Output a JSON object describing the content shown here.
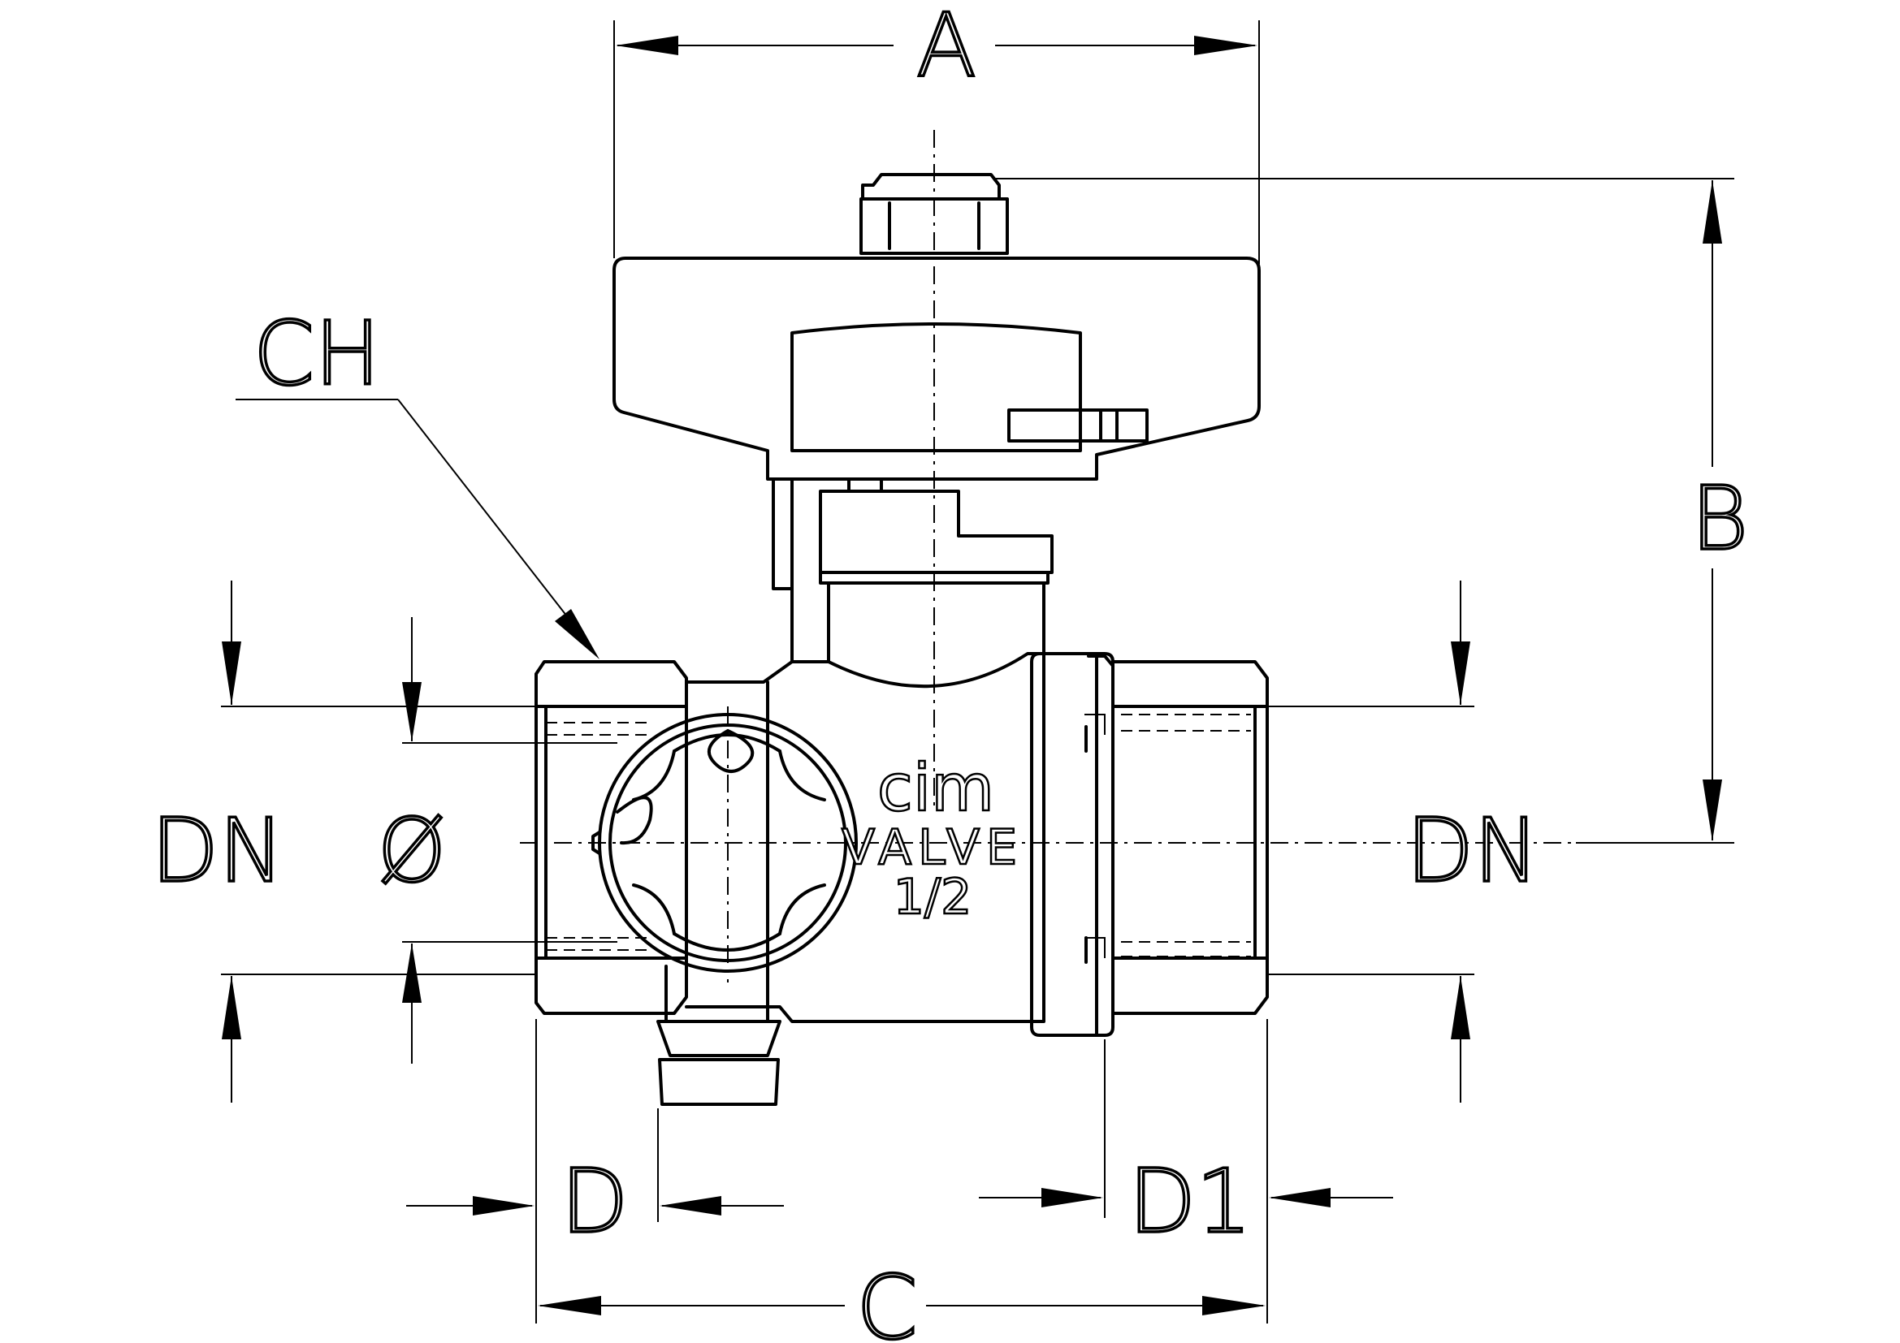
{
  "dimensions": {
    "a": "A",
    "b": "B",
    "c": "C",
    "ch": "CH",
    "d": "D",
    "d1": "D1",
    "dn_left": "DN",
    "dn_right": "DN",
    "diameter": "Ø"
  },
  "body_marking": {
    "brand": "cim",
    "model": "VALVE",
    "size": "1/2"
  }
}
